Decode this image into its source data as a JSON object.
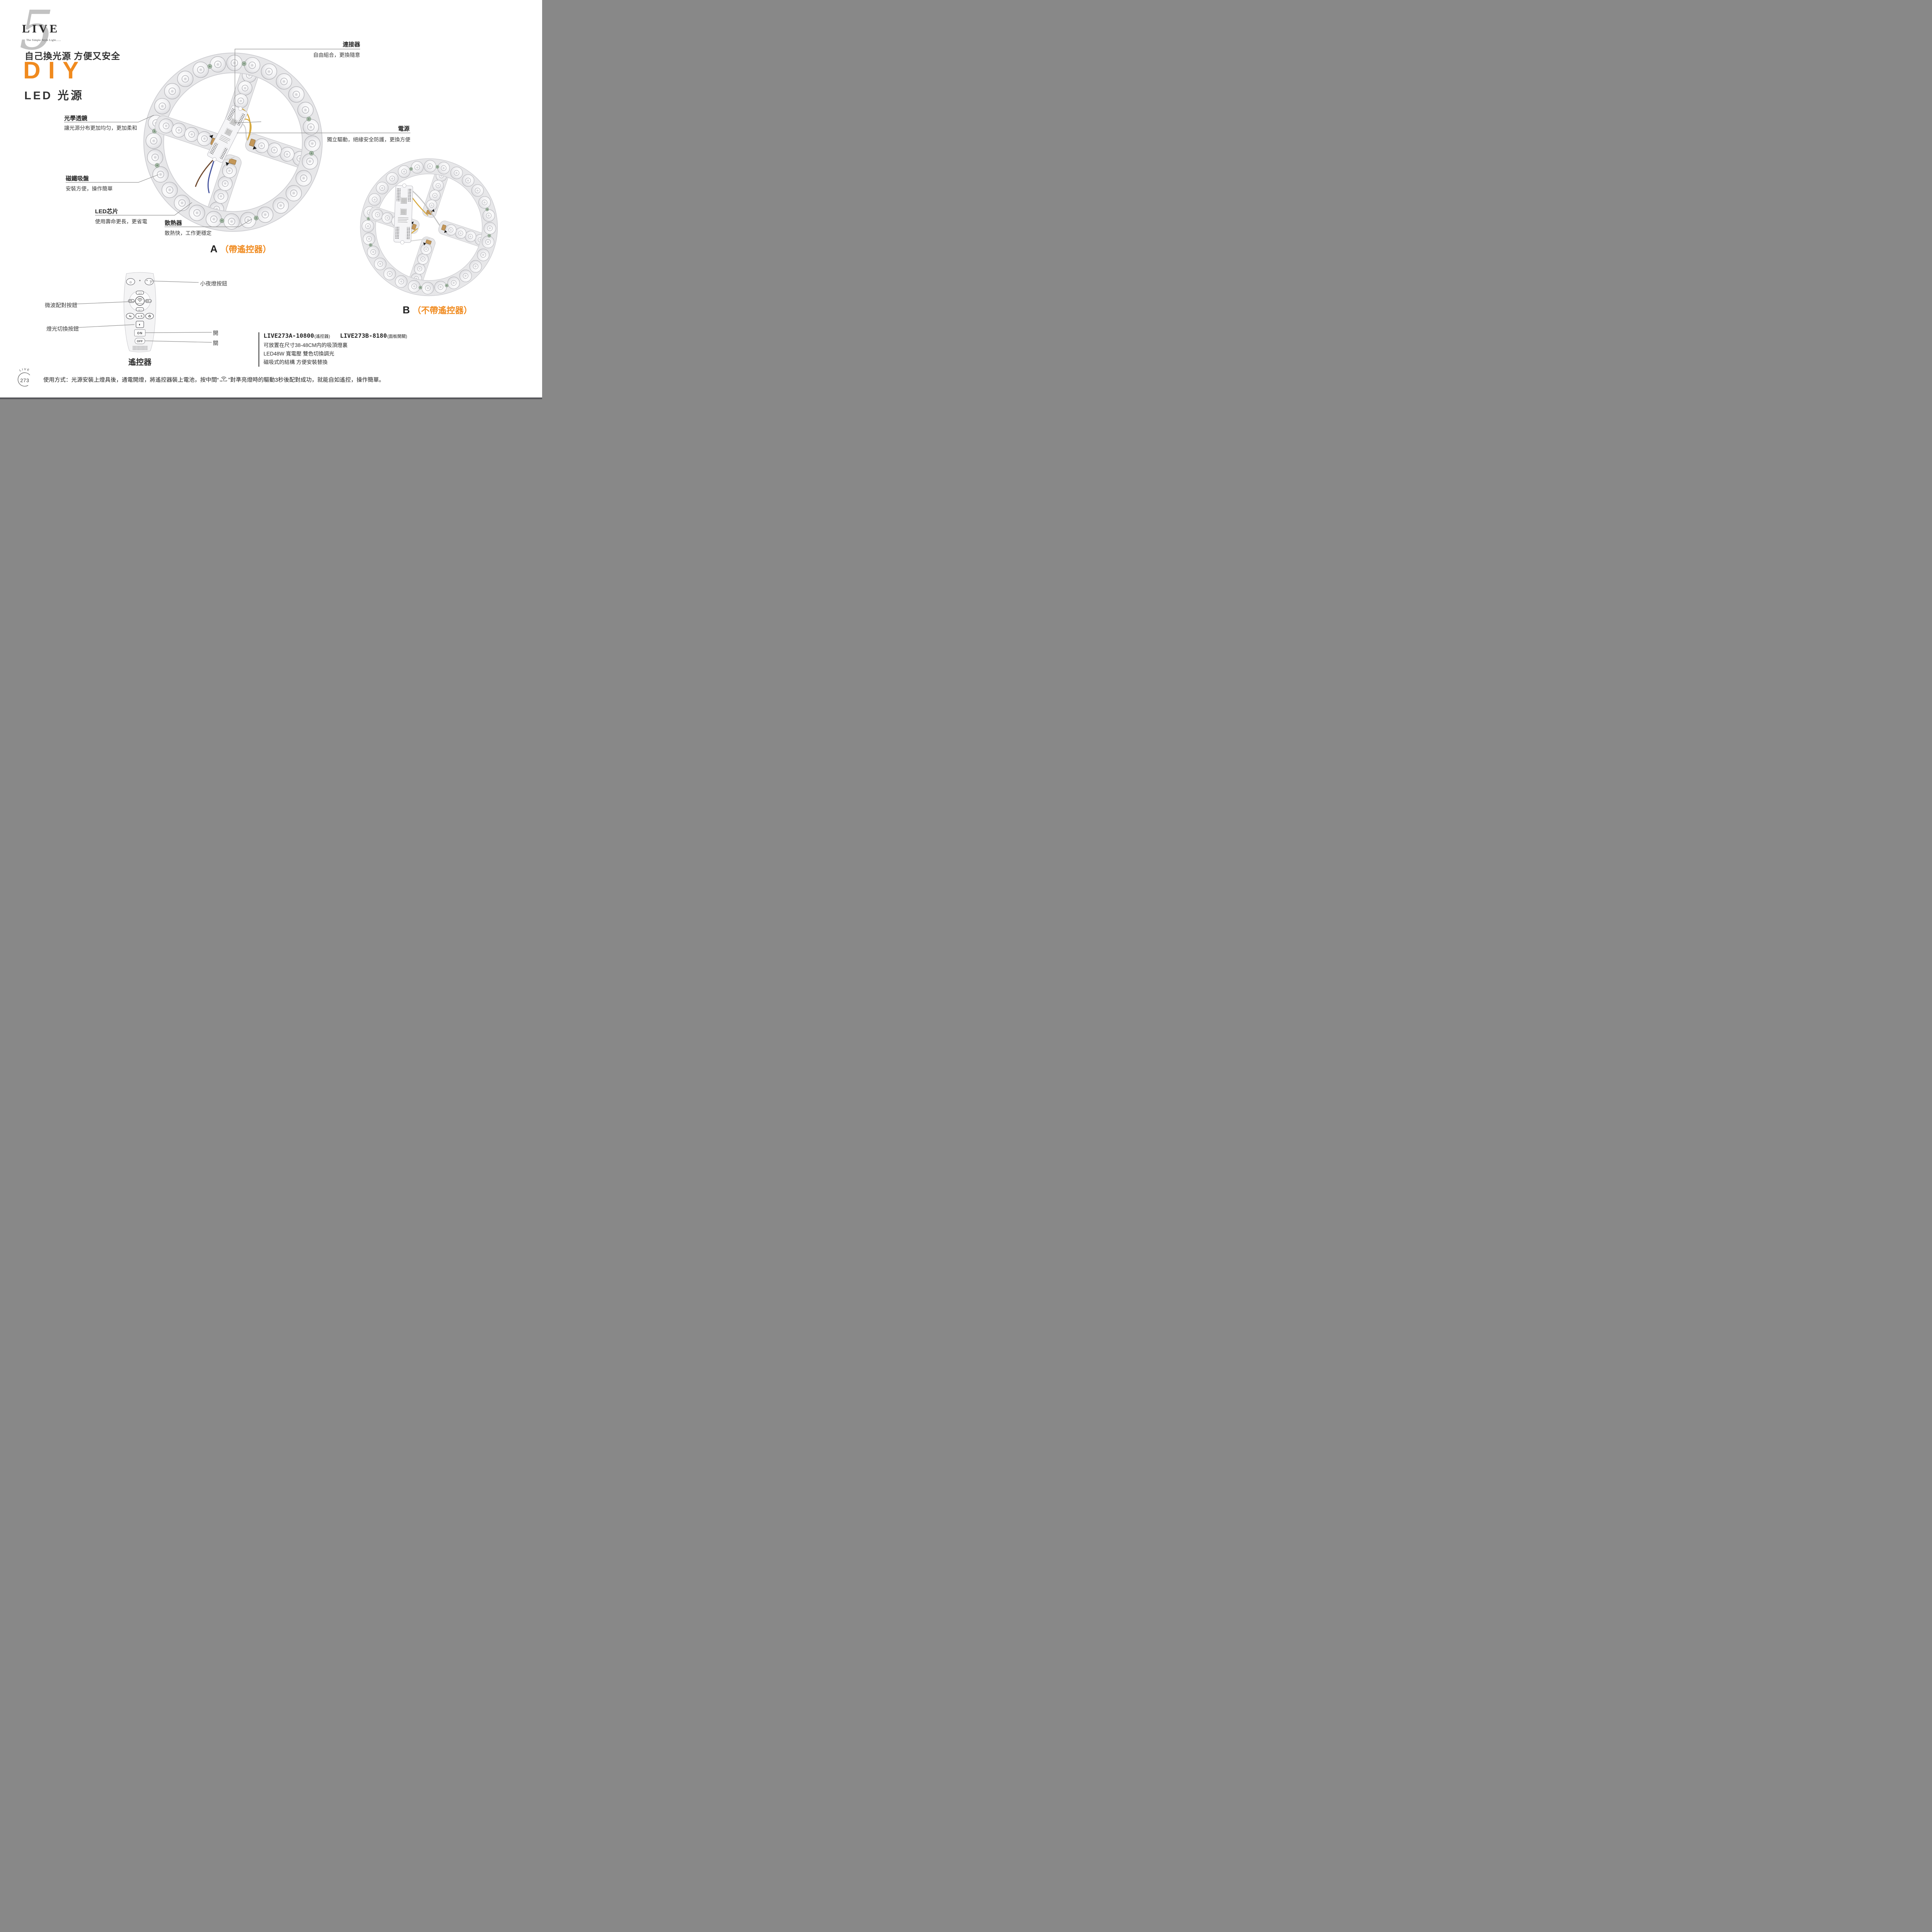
{
  "colors": {
    "accent": "#f08a1e",
    "ink": "#333333",
    "line": "#8f8f8f",
    "panel": "#e7e7e9"
  },
  "logo": {
    "brand": "LIVE",
    "numeral": "5",
    "tagline": "The Simple Style Light......"
  },
  "intro": {
    "headline": "自己換光源 方便又安全",
    "title": "DIY",
    "subtitle": "LED 光源"
  },
  "callouts": {
    "connector": {
      "label": "連接器",
      "desc": "自由組合，更換隨意"
    },
    "optical_lens": {
      "label": "光學透鏡",
      "desc": "讓光源分布更加均匀，更加柔和"
    },
    "power": {
      "label": "電源",
      "desc": "獨立驅動，絕緣安全防護，更換方便"
    },
    "magnet": {
      "label": "磁鐵吸盤",
      "desc": "安裝方便，操作簡單"
    },
    "led_chip": {
      "label": "LED芯片",
      "desc": "使用壽命更長，更省電"
    },
    "heatsink": {
      "label": "散熱器",
      "desc": "散熱快，工作更穩定"
    }
  },
  "variant_a": {
    "letter": "A",
    "note": "（帶遙控器）"
  },
  "variant_b": {
    "letter": "B",
    "note": "（不帶遙控器）"
  },
  "remote": {
    "caption": "遙控器",
    "setup": "SETUP",
    "on": "ON",
    "off": "OFF",
    "callouts": {
      "night_light": "小夜燈按鈕",
      "pairing": "微波配對按鈕",
      "light_switch": "燈光切換按鈕",
      "on": "開",
      "off": "關"
    }
  },
  "icons": {
    "bulb": "☼",
    "moon": "☽",
    "star": "★",
    "bright_up": "☼+",
    "bright_down": "☼−",
    "plus": "+",
    "minus": "−",
    "cycle": "⇆",
    "color_temp": "◑",
    "kelvin": "K",
    "eco": "♻",
    "toggle": "◐"
  },
  "products": {
    "model_a": "LIVE273A-10800",
    "model_a_tag": "(遙控器)",
    "model_b": "LIVE273B-8180",
    "model_b_tag": "(面板開關)",
    "specs": [
      "可放置在尺寸38-48CM内的吸頂燈裏",
      "LED48W 寬電壓 雙色切換調光",
      "磁吸式的結構 方便安裝替換"
    ]
  },
  "usage": {
    "before": "使用方式：光源安裝上燈具後，通電開燈，將遙控器裝上電池，按中間“",
    "icon_label": "SETUP",
    "after": "”對準亮燈時的驅動3秒後配對成功，就能自如遙控，操作簡單。"
  },
  "badge": {
    "brand": "LIVE",
    "number": "273"
  }
}
